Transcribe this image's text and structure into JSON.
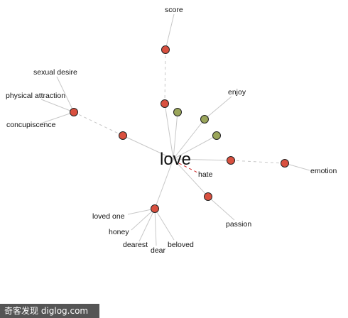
{
  "center": {
    "label": "love"
  },
  "colors": {
    "line": "#c8c8c8",
    "dashed_line": "#c8c8c8",
    "antonym_line": "#cc2222",
    "red_node": "#d9503f",
    "olive_node": "#9aa55a"
  },
  "nodes": [
    {
      "id": "n-score",
      "color": "red"
    },
    {
      "id": "n-sexual",
      "color": "red"
    },
    {
      "id": "n-love2",
      "color": "red"
    },
    {
      "id": "n-mid1",
      "color": "red"
    },
    {
      "id": "n-olive1",
      "color": "olive"
    },
    {
      "id": "n-olive2",
      "color": "olive"
    },
    {
      "id": "n-olive3",
      "color": "olive"
    },
    {
      "id": "n-emotion1",
      "color": "red"
    },
    {
      "id": "n-emotion2",
      "color": "red"
    },
    {
      "id": "n-passion",
      "color": "red"
    },
    {
      "id": "n-loved",
      "color": "red"
    }
  ],
  "terms": {
    "score": "score",
    "sexual_desire": "sexual desire",
    "physical_attraction": "physical attraction",
    "concupiscence": "concupiscence",
    "enjoy": "enjoy",
    "hate": "hate",
    "emotion": "emotion",
    "passion": "passion",
    "loved_one": "loved one",
    "honey": "honey",
    "dearest": "dearest",
    "dear": "dear",
    "beloved": "beloved"
  },
  "watermark": "奇客发现 diglog.com"
}
